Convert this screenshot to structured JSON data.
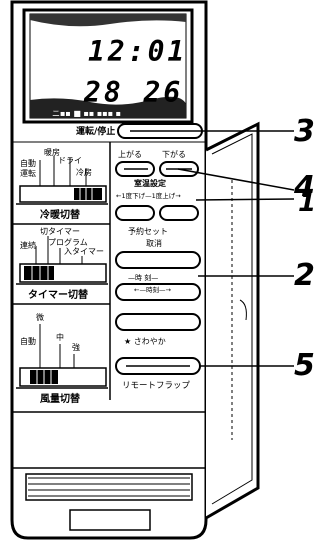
{
  "display": {
    "time": "12:01",
    "temps": "28 26"
  },
  "buttons": {
    "run_stop": "運転/停止",
    "temp_up": "上がる",
    "temp_down": "下がる",
    "temp_setting": "室温設定",
    "temp_setting_sub": "←1度下げ—1度上げ→",
    "reserve_set": "予約セット",
    "cancel": "取消",
    "hour": "—時 刻—",
    "hour_sub": "←—時刻—→",
    "sawayaka": "★ さわやか",
    "remote_flap": "リモートフラップ"
  },
  "mode_switch": {
    "labels": [
      "暖房",
      "自動",
      "運転",
      "ドライ",
      "冷房"
    ],
    "title": "冷暖切替"
  },
  "timer_switch": {
    "labels": [
      "切タイマー",
      "連続",
      "プログラム",
      "入タイマー"
    ],
    "title": "タイマー切替"
  },
  "fan_switch": {
    "labels": [
      "微",
      "自動",
      "中",
      "強"
    ],
    "title": "風量切替"
  },
  "callouts": [
    "3",
    "4",
    "1",
    "2",
    "5"
  ]
}
